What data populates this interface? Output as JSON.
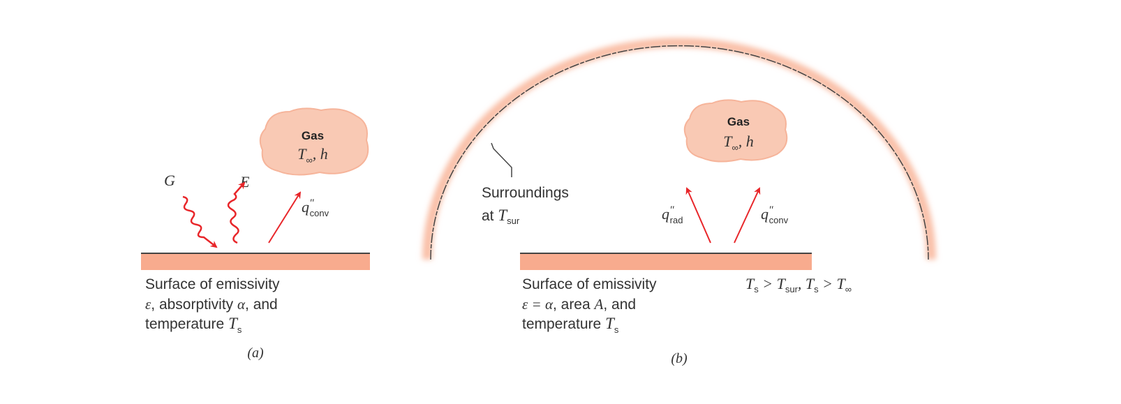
{
  "colors": {
    "surface": "#f8ab8e",
    "arrow": "#e8262a",
    "cloud": "#f9c9b4",
    "line": "#444444"
  },
  "panel_a": {
    "gas_title": "Gas",
    "gas_T": "T",
    "gas_T_sub": "∞",
    "gas_h": ", h",
    "G": "G",
    "E": "E",
    "q": "q",
    "q_prime": "″",
    "q_sub": "conv",
    "surface_line1": "Surface of emissivity",
    "surface_line2_eps": "ε",
    "surface_line2_mid": ", absorptivity ",
    "surface_line2_alpha": "α",
    "surface_line2_end": ", and",
    "surface_line3": "temperature ",
    "surface_line3_T": "T",
    "surface_line3_sub": "s",
    "caption": "(a)"
  },
  "panel_b": {
    "gas_title": "Gas",
    "gas_T": "T",
    "gas_T_sub": "∞",
    "gas_h": ", h",
    "q": "q",
    "q_prime": "″",
    "q_rad_sub": "rad",
    "q_conv_sub": "conv",
    "surroundings_line1": "Surroundings",
    "surroundings_line2": "at ",
    "surroundings_T": "T",
    "surroundings_sub": "sur",
    "surface_line1": "Surface of emissivity",
    "surface_line2_eq": "ε = α",
    "surface_line2_mid": ", area ",
    "surface_line2_A": "A",
    "surface_line2_end": ", and",
    "surface_line3": "temperature ",
    "surface_line3_T": "T",
    "surface_line3_sub": "s",
    "condition": "T_s > T_sur, T_s > T_∞",
    "cond_T1": "T",
    "cond_s1": "s",
    "cond_gt1": " > T",
    "cond_sur": "sur",
    "cond_comma": ", T",
    "cond_s2": "s",
    "cond_gt2": " > T",
    "cond_inf": "∞",
    "caption": "(b)"
  }
}
